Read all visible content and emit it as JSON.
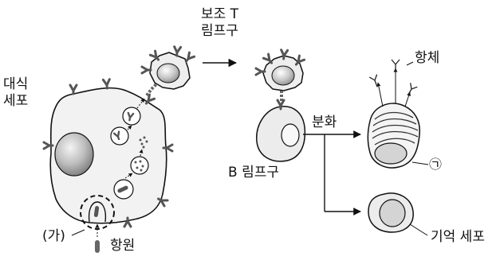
{
  "labels": {
    "macrophage": [
      "대식",
      "세포"
    ],
    "helper_t": [
      "보조 T",
      "림프구"
    ],
    "b_cell": "B 림프구",
    "differentiation": "분화",
    "antibody": "항체",
    "plasma_mark": "㉠",
    "memory_cell": "기억 세포",
    "region_ga": "(가)",
    "antigen": "항원"
  }
}
